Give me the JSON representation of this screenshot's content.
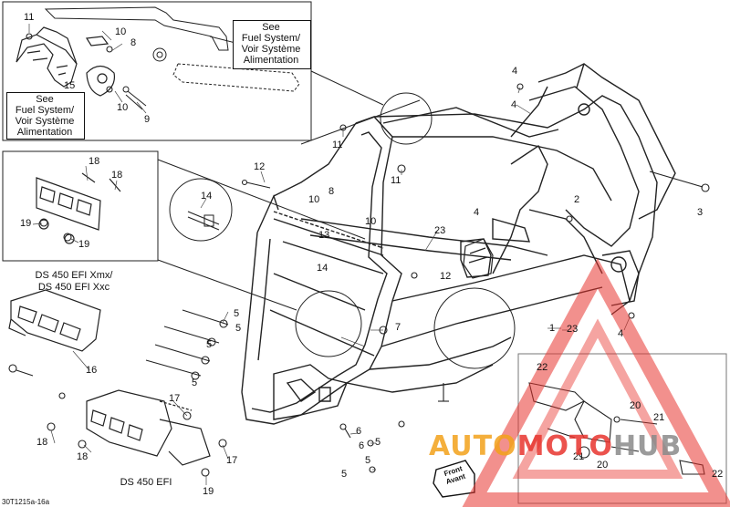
{
  "diagram": {
    "code": "30T1215a-16a",
    "callouts": {
      "fuel_top": [
        "See",
        "Fuel System/",
        "Voir Système",
        "Alimentation"
      ],
      "fuel_left": [
        "See",
        "Fuel System/",
        "Voir Système",
        "Alimentation"
      ]
    },
    "variants": {
      "xmx": [
        "DS 450 EFI Xmx/",
        "DS 450 EFI Xxc"
      ],
      "efi": "DS 450 EFI"
    },
    "front_sign": [
      "Front",
      "Avant"
    ],
    "labels": [
      {
        "id": "l1",
        "text": "11"
      },
      {
        "id": "l2",
        "text": "10"
      },
      {
        "id": "l3",
        "text": "8"
      },
      {
        "id": "l4",
        "text": "15"
      },
      {
        "id": "l5",
        "text": "10"
      },
      {
        "id": "l6",
        "text": "9"
      },
      {
        "id": "l7",
        "text": "11"
      },
      {
        "id": "l8",
        "text": "11"
      },
      {
        "id": "l9",
        "text": "4"
      },
      {
        "id": "l10",
        "text": "4"
      },
      {
        "id": "l11",
        "text": "12"
      },
      {
        "id": "l12",
        "text": "14"
      },
      {
        "id": "l13",
        "text": "10"
      },
      {
        "id": "l14",
        "text": "8"
      },
      {
        "id": "l15",
        "text": "10"
      },
      {
        "id": "l16",
        "text": "13"
      },
      {
        "id": "l17",
        "text": "4"
      },
      {
        "id": "l18",
        "text": "2"
      },
      {
        "id": "l19",
        "text": "3"
      },
      {
        "id": "l20",
        "text": "23"
      },
      {
        "id": "l21",
        "text": "14"
      },
      {
        "id": "l22",
        "text": "12"
      },
      {
        "id": "l23",
        "text": "7"
      },
      {
        "id": "l24",
        "text": "1"
      },
      {
        "id": "l25",
        "text": "23"
      },
      {
        "id": "l26",
        "text": "4"
      },
      {
        "id": "l27",
        "text": "18"
      },
      {
        "id": "l28",
        "text": "18"
      },
      {
        "id": "l29",
        "text": "19"
      },
      {
        "id": "l30",
        "text": "19"
      },
      {
        "id": "l31",
        "text": "5"
      },
      {
        "id": "l32",
        "text": "5"
      },
      {
        "id": "l33",
        "text": "5"
      },
      {
        "id": "l34",
        "text": "5"
      },
      {
        "id": "l35",
        "text": "16"
      },
      {
        "id": "l36",
        "text": "17"
      },
      {
        "id": "l37",
        "text": "17"
      },
      {
        "id": "l38",
        "text": "18"
      },
      {
        "id": "l39",
        "text": "18"
      },
      {
        "id": "l40",
        "text": "19"
      },
      {
        "id": "l41",
        "text": "6"
      },
      {
        "id": "l42",
        "text": "6"
      },
      {
        "id": "l43",
        "text": "5"
      },
      {
        "id": "l44",
        "text": "5"
      },
      {
        "id": "l45",
        "text": "5"
      },
      {
        "id": "l46",
        "text": "22"
      },
      {
        "id": "l47",
        "text": "20"
      },
      {
        "id": "l48",
        "text": "21"
      },
      {
        "id": "l49",
        "text": "21"
      },
      {
        "id": "l50",
        "text": "20"
      },
      {
        "id": "l51",
        "text": "22"
      }
    ]
  },
  "watermark": {
    "part_a": "AUTO",
    "part_b": "MOTO",
    "part_c": "HUB",
    "colors": {
      "red": "#e8352f",
      "orange": "#f3a21b",
      "gray": "#8a8a8a"
    }
  }
}
